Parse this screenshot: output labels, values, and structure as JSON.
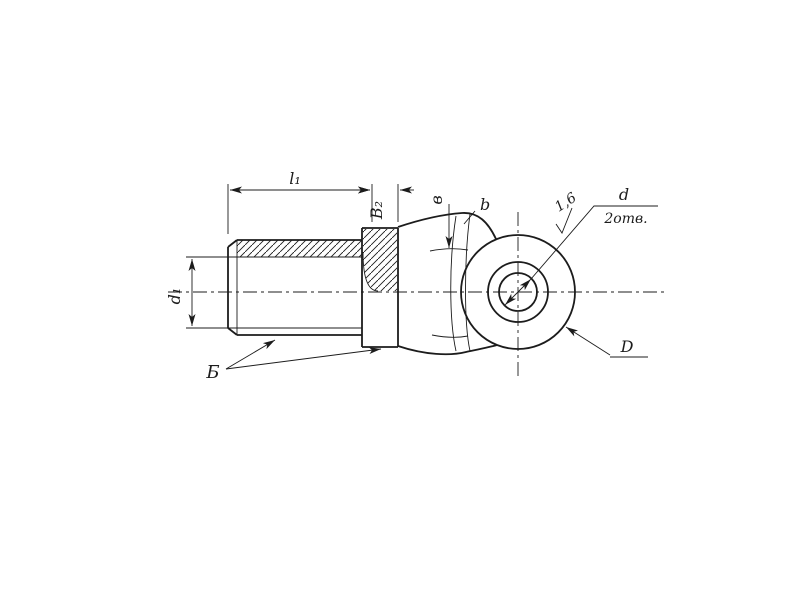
{
  "meta": {
    "background_color": "#ffffff",
    "line_color": "#1c1c1c",
    "drawing_type": "technical part drawing (rod-end with threaded shank and eye)"
  },
  "labels": {
    "length_l1": "l₁",
    "width_B2": "В₂",
    "width_v": "в",
    "width_b": "b",
    "roughness": "1,6",
    "hole_diameter": "d",
    "hole_count": "2отв.",
    "outer_diameter": "D",
    "shank_diameter": "d₁",
    "chamfer_note": "Б"
  }
}
